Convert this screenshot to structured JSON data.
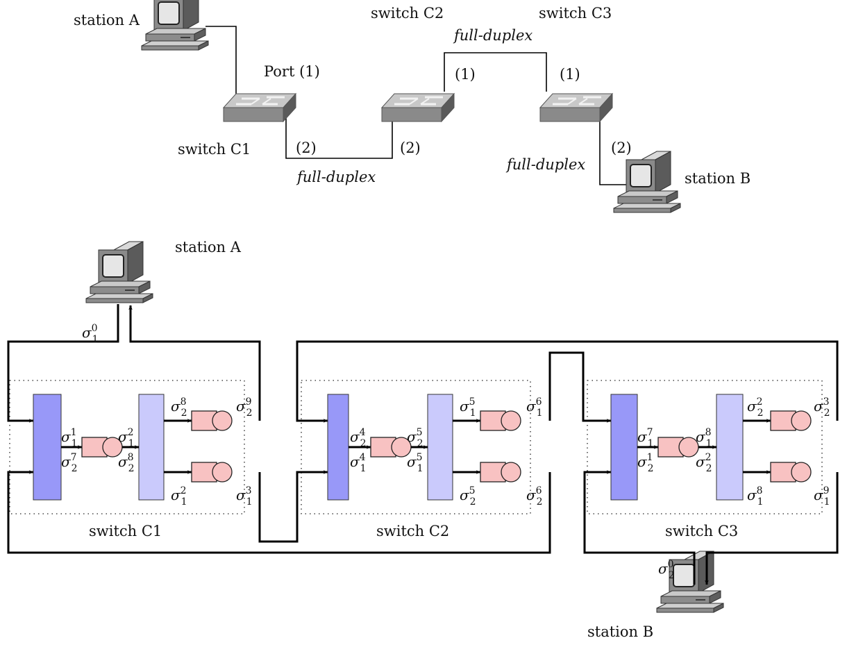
{
  "top": {
    "station_a": "station A",
    "station_b": "station B",
    "switch_c1": "switch C1",
    "switch_c2": "switch C2",
    "switch_c3": "switch C3",
    "port_c1_1": "Port (1)",
    "port_c1_2": "(2)",
    "port_c2_1": "(1)",
    "port_c2_2": "(2)",
    "port_c3_1": "(1)",
    "port_c3_2": "(2)",
    "link_c1_c2": "full-duplex",
    "link_c2_c3": "full-duplex",
    "link_c3_b": "full-duplex"
  },
  "bottom": {
    "station_a": "station A",
    "station_b": "station B",
    "switch_c1": "switch C1",
    "switch_c2": "switch C2",
    "switch_c3": "switch C3"
  },
  "symbol": "σ",
  "flows": [
    {
      "id": "a-out",
      "sub": "1",
      "sup": "0"
    },
    {
      "id": "b-out",
      "sub": "2",
      "sup": "0"
    },
    {
      "id": "c1-in1",
      "sub": "1",
      "sup": "1"
    },
    {
      "id": "c1-in2",
      "sub": "2",
      "sup": "7"
    },
    {
      "id": "c1-mid1",
      "sub": "1",
      "sup": "2"
    },
    {
      "id": "c1-mid2",
      "sub": "2",
      "sup": "8"
    },
    {
      "id": "c1-oq1",
      "sub": "2",
      "sup": "8"
    },
    {
      "id": "c1-oq2",
      "sub": "1",
      "sup": "2"
    },
    {
      "id": "c1-out1",
      "sub": "2",
      "sup": "9"
    },
    {
      "id": "c1-out2",
      "sub": "1",
      "sup": "3"
    },
    {
      "id": "c2-in1",
      "sub": "2",
      "sup": "4"
    },
    {
      "id": "c2-in2",
      "sub": "1",
      "sup": "4"
    },
    {
      "id": "c2-mid1",
      "sub": "2",
      "sup": "5"
    },
    {
      "id": "c2-mid2",
      "sub": "1",
      "sup": "5"
    },
    {
      "id": "c2-oq1",
      "sub": "1",
      "sup": "5"
    },
    {
      "id": "c2-oq2",
      "sub": "2",
      "sup": "5"
    },
    {
      "id": "c2-out1",
      "sub": "1",
      "sup": "6"
    },
    {
      "id": "c2-out2",
      "sub": "2",
      "sup": "6"
    },
    {
      "id": "c3-in1",
      "sub": "1",
      "sup": "7"
    },
    {
      "id": "c3-in2",
      "sub": "2",
      "sup": "1"
    },
    {
      "id": "c3-mid1",
      "sub": "1",
      "sup": "8"
    },
    {
      "id": "c3-mid2",
      "sub": "2",
      "sup": "2"
    },
    {
      "id": "c3-oq1",
      "sub": "2",
      "sup": "2"
    },
    {
      "id": "c3-oq2",
      "sub": "1",
      "sup": "8"
    },
    {
      "id": "c3-out1",
      "sub": "2",
      "sup": "3"
    },
    {
      "id": "c3-out2",
      "sub": "1",
      "sup": "9"
    }
  ],
  "colors": {
    "input_block": "#9898f8",
    "output_block": "#cacafc",
    "queue_fill": "#f8c2c2",
    "device_gray": "#8c8c8c"
  },
  "icons": [
    "computer-icon",
    "network-switch-icon",
    "queue-server-icon"
  ]
}
